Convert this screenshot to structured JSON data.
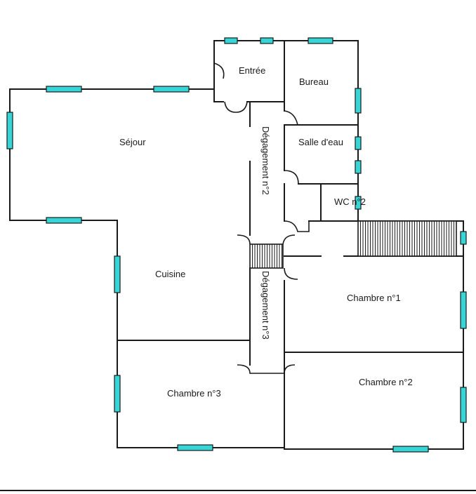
{
  "plan": {
    "rooms": {
      "entree": "Entrée",
      "bureau": "Bureau",
      "sejour": "Séjour",
      "salle_eau": "Salle d'eau",
      "wc": "WC n°2",
      "degagement2": "Dégagement n°2",
      "degagement3": "Dégagement n°3",
      "cuisine": "Cuisine",
      "chambre1": "Chambre n°1",
      "chambre2": "Chambre n°2",
      "chambre3": "Chambre n°3"
    },
    "colors": {
      "wall": "#1a1a1a",
      "window": "#36d6d6",
      "background": "#ffffff"
    }
  }
}
